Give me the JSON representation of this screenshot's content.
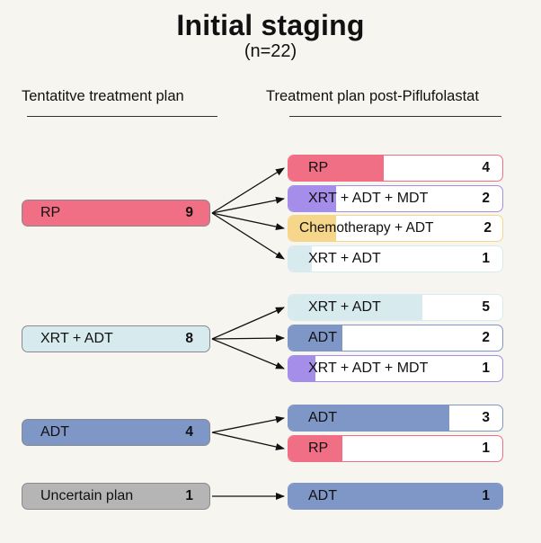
{
  "title": "Initial staging",
  "subtitle": "(n=22)",
  "headers": {
    "left": "Tentatitve treatment plan",
    "right": "Treatment plan post-Piflufolastat"
  },
  "colors": {
    "RP": "#f16f85",
    "XRT + ADT": "#d7ebee",
    "ADT": "#7f97c6",
    "XRT + ADT + MDT": "#a58ee9",
    "Chemotherapy + ADT": "#f6d68a",
    "Uncertain plan": "#b5b5b5"
  },
  "groups": [
    {
      "label": "RP",
      "count": 9,
      "outcomes": [
        {
          "label": "RP",
          "count": 4
        },
        {
          "label": "XRT + ADT + MDT",
          "count": 2
        },
        {
          "label": "Chemotherapy + ADT",
          "count": 2
        },
        {
          "label": "XRT + ADT",
          "count": 1
        }
      ]
    },
    {
      "label": "XRT + ADT",
      "count": 8,
      "outcomes": [
        {
          "label": "XRT + ADT",
          "count": 5
        },
        {
          "label": "ADT",
          "count": 2
        },
        {
          "label": "XRT + ADT + MDT",
          "count": 1
        }
      ]
    },
    {
      "label": "ADT",
      "count": 4,
      "outcomes": [
        {
          "label": "ADT",
          "count": 3
        },
        {
          "label": "RP",
          "count": 1
        }
      ]
    },
    {
      "label": "Uncertain plan",
      "count": 1,
      "outcomes": [
        {
          "label": "ADT",
          "count": 1
        }
      ]
    }
  ]
}
